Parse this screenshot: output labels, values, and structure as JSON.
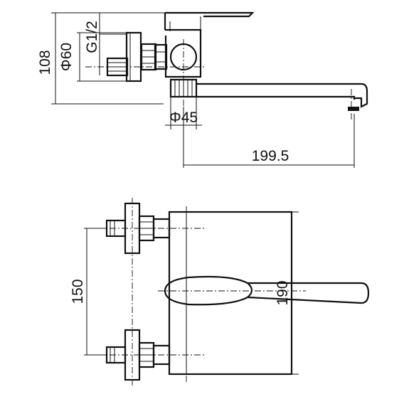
{
  "drawing": {
    "side_view": {
      "height_label": "108",
      "diameter_60_label": "Φ60",
      "thread_label": "G1/2",
      "diameter_45_label": "Φ45",
      "spout_length_label": "199.5"
    },
    "front_view": {
      "center_distance_label": "150",
      "body_height_label": "190"
    }
  }
}
